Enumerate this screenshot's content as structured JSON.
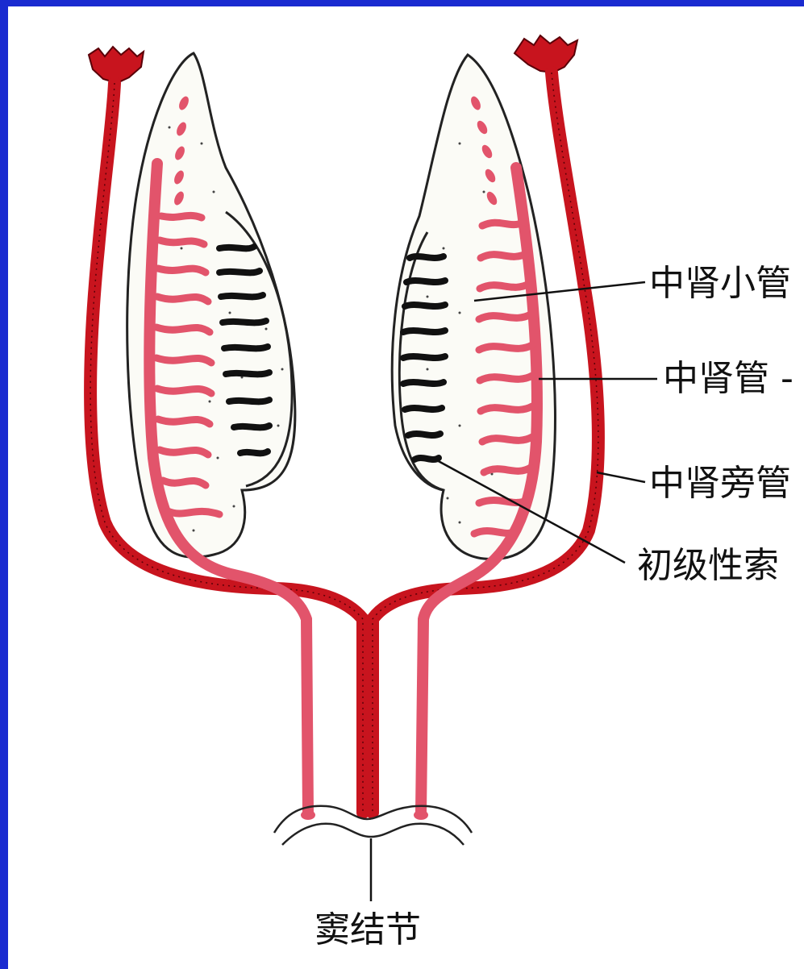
{
  "labels": {
    "mesonephric_tubule": "中肾小管",
    "mesonephric_duct": "中肾管 -",
    "paramesonephric_duct": "中肾旁管",
    "primary_sex_cords": "初级性索",
    "sinus_tubercle": "窦结节"
  },
  "colors": {
    "frame_blue": "#1a2bd0",
    "paramesonephric_red": "#c8141e",
    "mesonephric_pink": "#e2546b",
    "sex_cord_black": "#111111",
    "outline": "#222222"
  }
}
